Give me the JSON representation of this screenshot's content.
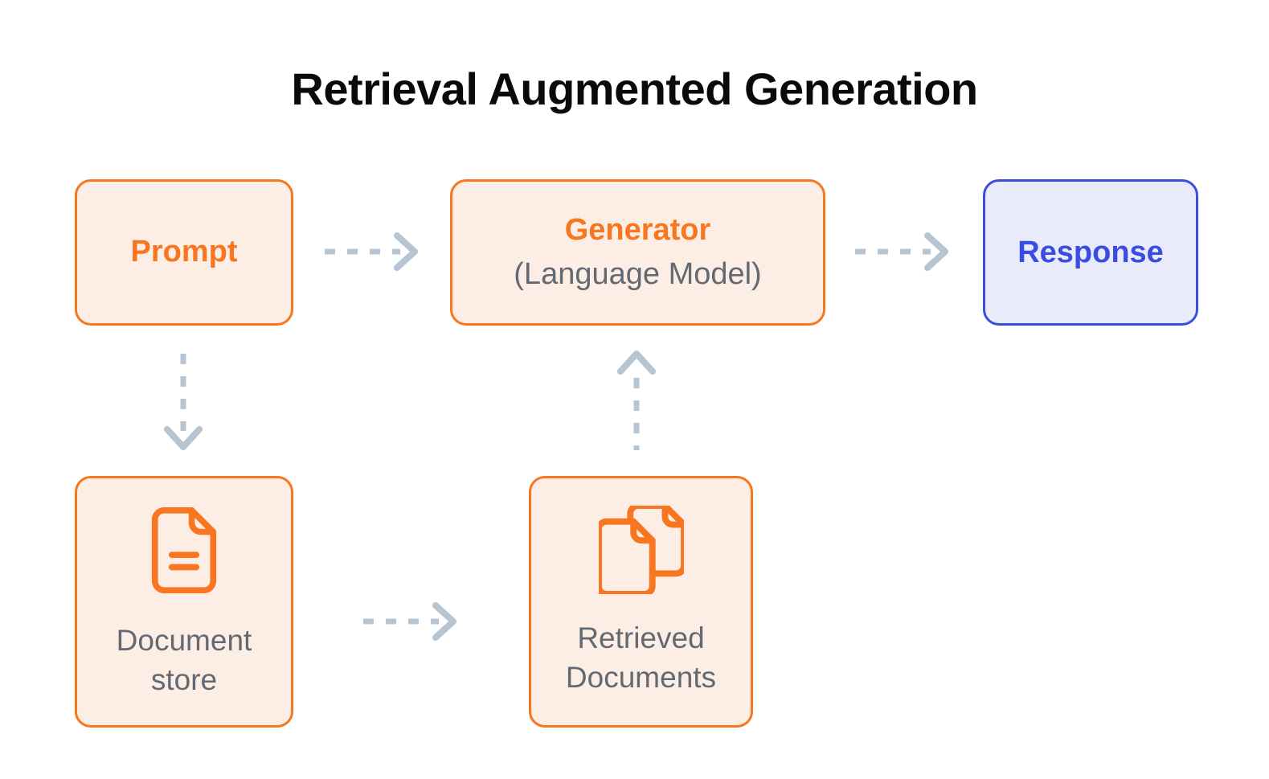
{
  "title": "Retrieval Augmented Generation",
  "colors": {
    "orange": "#F7761F",
    "orange_fill": "#FDEEE5",
    "blue": "#3B4DE1",
    "blue_fill": "#E9EBFA",
    "gray_text": "#636973",
    "arrow": "#B7C4D1",
    "title_text": "#0A0A0A",
    "bg": "#FFFFFF"
  },
  "nodes": {
    "prompt": {
      "label": "Prompt"
    },
    "generator": {
      "title": "Generator",
      "subtitle": "(Language Model)"
    },
    "response": {
      "label": "Response"
    },
    "document_store": {
      "label": "Document store",
      "icon": "document-icon"
    },
    "retrieved_documents": {
      "label": "Retrieved Documents",
      "icon": "documents-icon"
    }
  },
  "edges": [
    {
      "id": "prompt-to-generator",
      "from": "Prompt",
      "to": "Generator",
      "direction": "right",
      "style": "dashed"
    },
    {
      "id": "generator-to-response",
      "from": "Generator",
      "to": "Response",
      "direction": "right",
      "style": "dashed"
    },
    {
      "id": "prompt-to-document-store",
      "from": "Prompt",
      "to": "Document store",
      "direction": "down",
      "style": "dashed"
    },
    {
      "id": "document-store-to-retrieved-documents",
      "from": "Document store",
      "to": "Retrieved Documents",
      "direction": "right",
      "style": "dashed"
    },
    {
      "id": "retrieved-documents-to-generator",
      "from": "Retrieved Documents",
      "to": "Generator",
      "direction": "up",
      "style": "dashed"
    }
  ]
}
